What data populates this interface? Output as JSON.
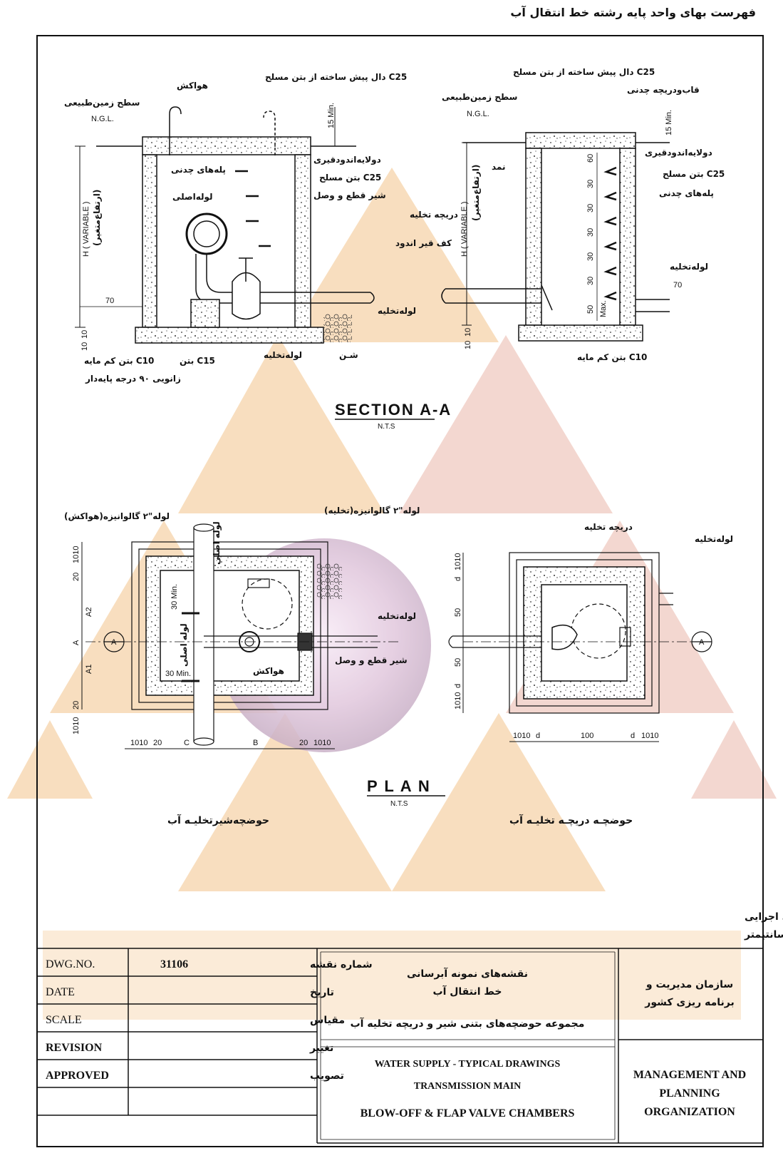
{
  "header": {
    "title": "فهرست بهای واحد پایه رشته خط انتقال آب"
  },
  "section": {
    "title": "SECTION A-A",
    "nts": "N.T.S",
    "left": {
      "air_vent": "هواکش",
      "slab": "دال پیش ساخته از بتن مسلح C25",
      "ground": "سطح زمین‌طبیعی",
      "ngl": "N.G.L.",
      "coat": "دولایه‌اندودقیری",
      "steps": "پله‌های چدنی",
      "main_pipe": "لوله‌اصلی",
      "concrete": "بتن مسلح C25",
      "gate_valve": "شیر قطع و وصل",
      "tar_floor": "کف قیر اندود",
      "drain_pipe_a": "لوله‌تخلیه",
      "drain_pipe_b": "لوله‌تخلیه",
      "gravel": "شـن",
      "lean": "بتن کم مایه C10",
      "c15": "بتن C15",
      "elbow": "زانویی ۹۰ درجه پایه‌دار",
      "height": "H ( VARIABLE )",
      "height_fa": "(ارتفاع‌متغیر)",
      "min15": "15 Min.",
      "d70": "70",
      "d10": "10",
      "d10b": "10"
    },
    "right": {
      "slab": "دال پیش ساخته از بتن مسلح C25",
      "frame": "قاب‌و‌دریچه چدنی",
      "ground": "سطح زمین‌طبیعی",
      "ngl": "N.G.L.",
      "felt": "نمد",
      "coat": "دولایه‌اندودقیری",
      "concrete": "بتن مسلح C25",
      "steps": "پله‌های چدنی",
      "flap": "دریچه تخلیه",
      "drain_pipe": "لوله‌تخلیه",
      "lean": "بتن کم مایه C10",
      "height": "H ( VARIABLE )",
      "height_fa": "(ارتفاع‌متغیر)",
      "min15": "15 Min.",
      "spacing": [
        "60",
        "30",
        "30",
        "30",
        "30",
        "30",
        "50"
      ],
      "max": "Max.",
      "d70": "70",
      "d10": "10",
      "d10b": "10"
    }
  },
  "plan": {
    "title": "P L A N",
    "nts": "N.T.S",
    "left": {
      "vent_pipe": "لوله\"۲ گالوانیزه(هواکش)",
      "drain_galv": "لوله\"۲ گالوانیزه(تخلیه)",
      "drain_pipe": "لوله‌تخلیه",
      "gate_valve": "شیر قطع و وصل",
      "air_vent": "هواکش",
      "main_line": "لوله اصلی",
      "main_line2": "لوله اصلی",
      "min30a": "30 Min.",
      "min30b": "30 Min.",
      "caption": "حوضچه‌شیرتخلیـه آب",
      "v_top": "1010",
      "v_20a": "20",
      "A2": "A2",
      "A": "A",
      "A1": "A1",
      "v_20b": "20",
      "v_bot": "1010",
      "h_1010a": "1010",
      "h_20a": "20",
      "C": "C",
      "B": "B",
      "h_20b": "20",
      "h_1010b": "1010",
      "marker": "A"
    },
    "right": {
      "flap": "دریچه تخلیه",
      "drain_pipe": "لوله‌تخلیه",
      "caption": "حوضچـه دریچـه تخلیـه آب",
      "v_d1": "d",
      "v_1010a": "1010",
      "v_50a": "50",
      "v_50b": "50",
      "v_d2": "d",
      "v_1010b": "1010",
      "h_1010a": "1010",
      "h_d1": "d",
      "h_100": "100",
      "h_d2": "d",
      "h_1010b": "1010",
      "marker": "A"
    }
  },
  "notes": [
    "اندازه های f,e,d,C,B,A بر اساس نقشه های اجرایی",
    "کلیه اندازه های نقشه ها به سانتیمتر"
  ],
  "title_block": {
    "rows_en": [
      "DWG.NO.",
      "DATE",
      "SCALE",
      "REVISION",
      "APPROVED"
    ],
    "rows_fa": [
      "شماره نقشه",
      "تاریخ",
      "مقیاس",
      "تغییر",
      "تصویب"
    ],
    "dwg_no": "31106",
    "fa_title1": "نقشه‌های نمونه آبرسانی",
    "fa_title2": "خط انتقال آب",
    "fa_title3": "مجموعه حوضچه‌های بتنی شیر و دریچه تخلیه آب",
    "en_title1": "WATER SUPPLY - TYPICAL DRAWINGS",
    "en_title2": "TRANSMISSION MAIN",
    "en_title3": "BLOW-OFF & FLAP VALVE CHAMBERS",
    "org_fa1": "سازمان مدیریت و",
    "org_fa2": "برنامه ریزی کشور",
    "org_en1": "MANAGEMENT AND",
    "org_en2": "PLANNING",
    "org_en3": "ORGANIZATION"
  },
  "colors": {
    "watermark_orange": "#f3c48a",
    "watermark_pink": "#eab7a9",
    "watermark_globe": "#b07fa6"
  }
}
